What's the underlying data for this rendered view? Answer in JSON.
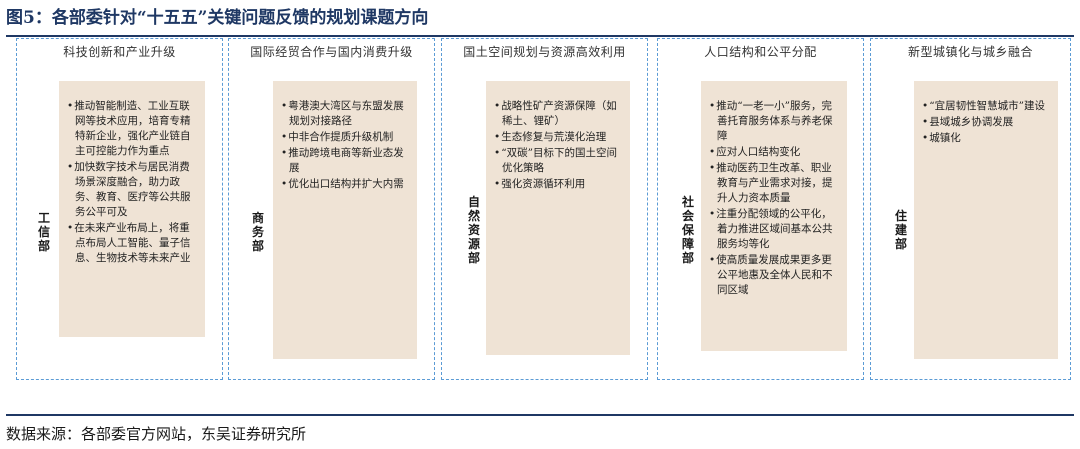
{
  "figure": {
    "title": "图5：各部委针对“十五五”关键问题反馈的规划课题方向",
    "source": "数据来源：各部委官方网站，东吴证券研究所"
  },
  "panels": [
    {
      "title": "科技创新和产业升级",
      "department": [
        "工",
        "信",
        "部"
      ],
      "items": [
        "推动智能制造、工业互联网等技术应用，培育专精特新企业，强化产业链自主可控能力作为重点",
        "加快数字技术与居民消费场景深度融合，助力政务、教育、医疗等公共服务公平可及",
        "在未来产业布局上，将重点布局人工智能、量子信息、生物技术等未来产业"
      ]
    },
    {
      "title": "国际经贸合作与国内消费升级",
      "department": [
        "商",
        "务",
        "部"
      ],
      "items": [
        "粤港澳大湾区与东盟发展规划对接路径",
        "中非合作提质升级机制",
        "推动跨境电商等新业态发展",
        "优化出口结构并扩大内需"
      ]
    },
    {
      "title": "国土空间规划与资源高效利用",
      "department": [
        "自",
        "然",
        "资",
        "源",
        "部"
      ],
      "items": [
        "战略性矿产资源保障（如稀土、锂矿）",
        "生态修复与荒漠化治理",
        "“双碳”目标下的国土空间优化策略",
        "强化资源循环利用"
      ]
    },
    {
      "title": "人口结构和公平分配",
      "department": [
        "社",
        "会",
        "保",
        "障",
        "部"
      ],
      "items": [
        "推动“一老一小”服务，完善托育服务体系与养老保障",
        "应对人口结构变化",
        "推动医药卫生改革、职业教育与产业需求对接，提升人力资本质量",
        "注重分配领域的公平化，着力推进区域间基本公共服务均等化",
        "使高质量发展成果更多更公平地惠及全体人民和不同区域"
      ]
    },
    {
      "title": "新型城镇化与城乡融合",
      "department": [
        "住",
        "建",
        "部"
      ],
      "items": [
        "“宜居韧性智慧城市”建设",
        "县域城乡协调发展",
        "城镇化"
      ]
    }
  ]
}
